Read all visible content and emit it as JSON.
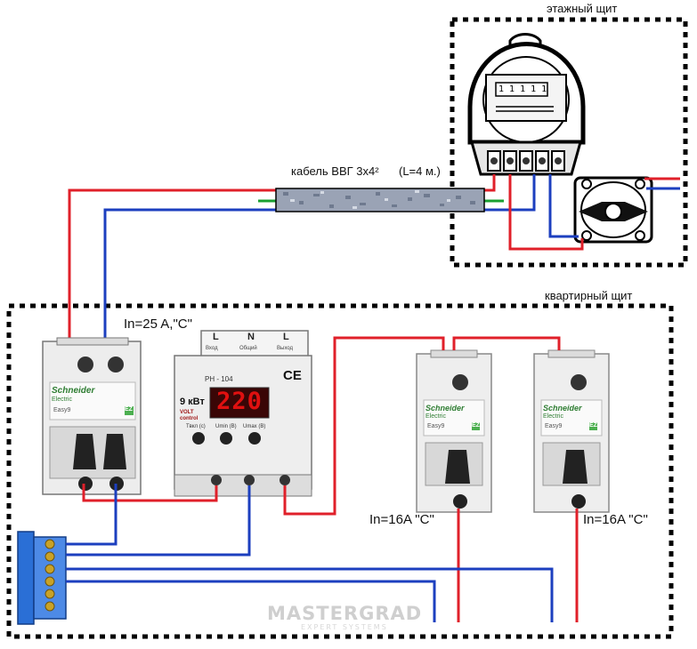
{
  "labels": {
    "floor_panel": "этажный щит",
    "apartment_panel": "квартирный щит",
    "cable": "кабель ВВГ 3х4²",
    "cable_length": "(L=4 м.)",
    "main_breaker": "In=25 A,\"C\"",
    "breaker_1": "In=16A \"C\"",
    "breaker_2": "In=16A \"C\""
  },
  "meter": {
    "digits": "1 1 1 1 1"
  },
  "brand": {
    "name": "Schneider",
    "sub": "Electric",
    "series": "Easy9",
    "badge": "EZ"
  },
  "relay": {
    "terminals": [
      "L",
      "N",
      "L"
    ],
    "terminal_notes": [
      "Вход",
      "Общий",
      "Выход"
    ],
    "model": "РН - 104",
    "power": "9 кВт",
    "maker": "VOLT control",
    "display": "220",
    "knobs": [
      "Tвкл (с)",
      "Umin (В)",
      "Umax (В)"
    ],
    "mark": "CE"
  },
  "watermark": {
    "text": "MASTERGRAD",
    "sub": "EXPERT SYSTEMS"
  },
  "colors": {
    "phase": "#e0202a",
    "neutral": "#1c3fbf",
    "earth": "#19a030",
    "display": "#e01010",
    "busbar": "#2a6fd6"
  }
}
